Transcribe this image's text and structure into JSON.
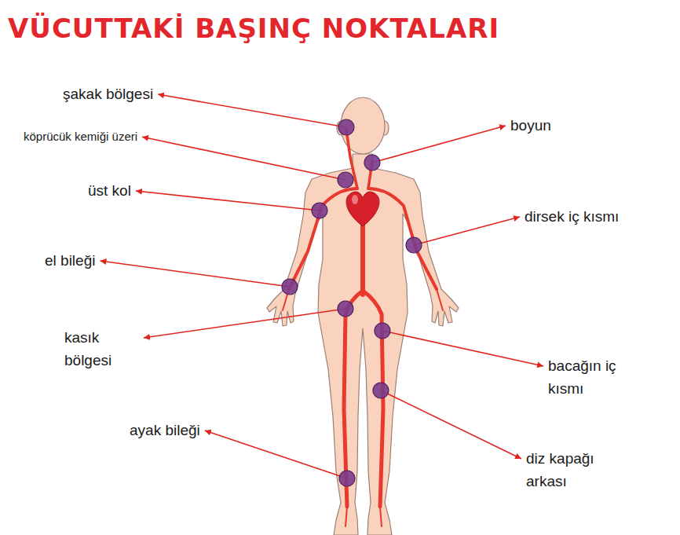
{
  "diagram": {
    "title": "VÜCUTTAKİ BAŞINÇ NOKTALARI",
    "labels": [
      "şakak bölgesi",
      "köprücük kemiği üzeri",
      "üst kol",
      "el bileği",
      "kasık bölgesi",
      "ayak bileği",
      "boyun",
      "dirsek iç kısmı",
      "bacağın iç kısmı",
      "diz kapağı arkası"
    ]
  }
}
